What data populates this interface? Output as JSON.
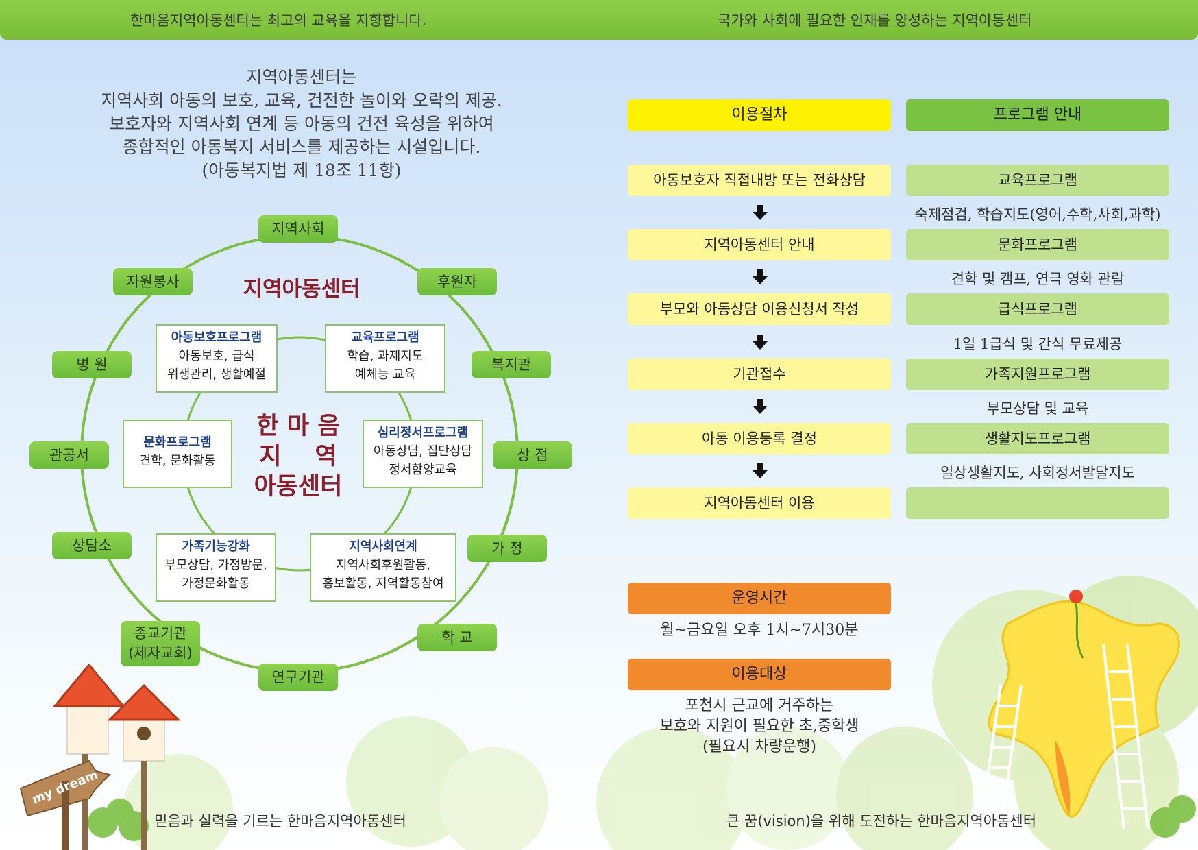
{
  "header": {
    "left": "한마음지역아동센터는 최고의 교육을 지향합니다.",
    "right": "국가와 사회에 필요한 인재를 양성하는 지역아동센터"
  },
  "intro": {
    "lines": [
      "지역아동센터는",
      "지역사회 아동의 보호, 교육, 건전한 놀이와 오락의 제공.",
      "보호자와 지역사회 연계 등 아동의 건전 육성을 위하여",
      "종합적인 아동복지 서비스를 제공하는 시설입니다.",
      "(아동복지법 제 18조 11항)"
    ]
  },
  "diagram": {
    "outer_title": "지역아동센터",
    "center_lines": [
      "한 마 음",
      "지    역",
      "아동센터"
    ],
    "nodes": {
      "community": "지역사회",
      "sponsor": "후원자",
      "welfare": "복지관",
      "store": "상 점",
      "home": "가 정",
      "school": "학 교",
      "research": "연구기관",
      "religion_1": "종교기관",
      "religion_2": "(제자교회)",
      "counsel": "상담소",
      "office": "관공서",
      "hospital": "병 원",
      "volunteer": "자원봉사"
    },
    "programs": {
      "protect": {
        "title": "아동보호프로그램",
        "l1": "아동보호, 급식",
        "l2": "위생관리, 생활예절"
      },
      "edu": {
        "title": "교육프로그램",
        "l1": "학습, 과제지도",
        "l2": "예체능 교육"
      },
      "emotion": {
        "title": "심리정서프로그램",
        "l1": "아동상담, 집단상담",
        "l2": "정서함양교육"
      },
      "culture": {
        "title": "문화프로그램",
        "l1": "견학, 문화활동"
      },
      "family": {
        "title": "가족기능강화",
        "l1": "부모상담, 가정방문,",
        "l2": "가정문화활동"
      },
      "link": {
        "title": "지역사회연계",
        "l1": "지역사회후원활동,",
        "l2": "홍보활동, 지역활동참여"
      }
    }
  },
  "procedure": {
    "header": "이용절차",
    "steps": [
      "아동보호자 직접내방 또는 전화상담",
      "지역아동센터 안내",
      "부모와 아동상담 이용신청서 작성",
      "기관접수",
      "아동 이용등록 결정",
      "지역아동센터 이용"
    ]
  },
  "programs_guide": {
    "header": "프로그램 안내",
    "items": [
      {
        "name": "교육프로그램",
        "desc": "숙제점검, 학습지도(영어,수학,사회,과학)"
      },
      {
        "name": "문화프로그램",
        "desc": "견학 및 캠프, 연극 영화 관람"
      },
      {
        "name": "급식프로그램",
        "desc": "1일 1급식 및 간식 무료제공"
      },
      {
        "name": "가족지원프로그램",
        "desc": "부모상담 및 교육"
      },
      {
        "name": "생활지도프로그램",
        "desc": "일상생활지도, 사회정서발달지도"
      }
    ]
  },
  "hours": {
    "header": "운영시간",
    "text": "월~금요일 오후 1시~7시30분"
  },
  "target": {
    "header": "이용대상",
    "lines": [
      "포천시 근교에 거주하는",
      "보호와 지원이 필요한 초,중학생",
      "(필요시 차량운행)"
    ]
  },
  "sign_text": "my dream",
  "footer": {
    "left": "믿음과 실력을 기르는 한마음지역아동센터",
    "right": "큰 꿈(vision)을 위해 도전하는 한마음지역아동센터"
  },
  "colors": {
    "green": "#79c242",
    "yellow": "#fff200",
    "orange": "#f08a2c",
    "maroon": "#8b1e2a",
    "navy": "#1d3f8f"
  }
}
